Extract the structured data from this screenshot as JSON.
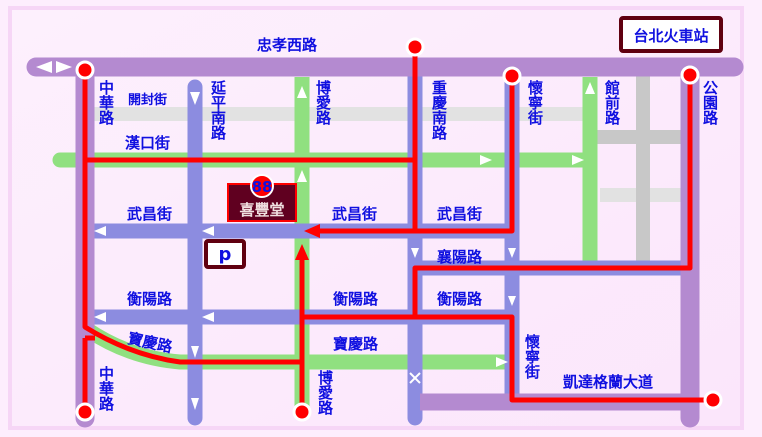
{
  "streets": {
    "zhongxiao_w": "忠孝西路",
    "zhonghua_top": "中華路",
    "zhonghua_bottom": "中華路",
    "kaifeng": "開封街",
    "hankou": "漢口街",
    "yanping_s": "延平南路",
    "boai_top": "博愛路",
    "boai_bottom": "博愛路",
    "chongqing_s": "重慶南路",
    "huaining_top": "懷寧街",
    "huaining_bottom": "懷寧街",
    "guanqian": "館前路",
    "gongyuan": "公園路",
    "wuchang_1": "武昌街",
    "wuchang_2": "武昌街",
    "wuchang_3": "武昌街",
    "xiangyang": "襄陽路",
    "hengyang_1": "衡陽路",
    "hengyang_2": "衡陽路",
    "hengyang_3": "衡陽路",
    "baoqing_1": "寶慶路",
    "baoqing_2": "寶慶路",
    "ketagalan": "凱達格蘭大道"
  },
  "landmarks": {
    "store_name": "喜豐堂",
    "store_badge": "88",
    "parking": "p",
    "station": "台北火車站"
  },
  "colors": {
    "route": "#ff0000",
    "major_road": "#b48ad0",
    "one_way_road": "#8c8ce0",
    "green_road": "#90e080",
    "minor_road": "#c8c8c8",
    "label": "#1010e0",
    "landmark_box": "#600010"
  }
}
